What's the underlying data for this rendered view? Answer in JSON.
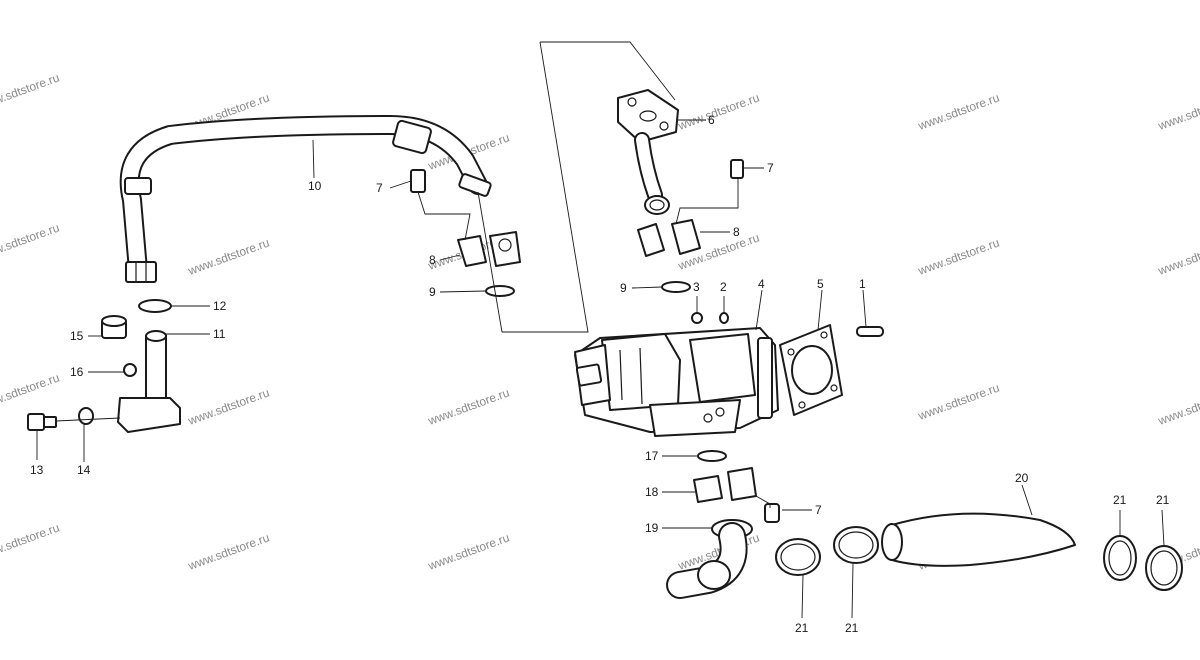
{
  "watermark": {
    "text": "www.sdtstore.ru"
  },
  "callouts": {
    "c1": "1",
    "c2": "2",
    "c3": "3",
    "c4": "4",
    "c5": "5",
    "c6": "6",
    "c7": "7",
    "c8": "8",
    "c9": "9",
    "c10": "10",
    "c11": "11",
    "c12": "12",
    "c13": "13",
    "c14": "14",
    "c15": "15",
    "c16": "16",
    "c17": "17",
    "c18": "18",
    "c19": "19",
    "c20": "20",
    "c21": "21"
  }
}
